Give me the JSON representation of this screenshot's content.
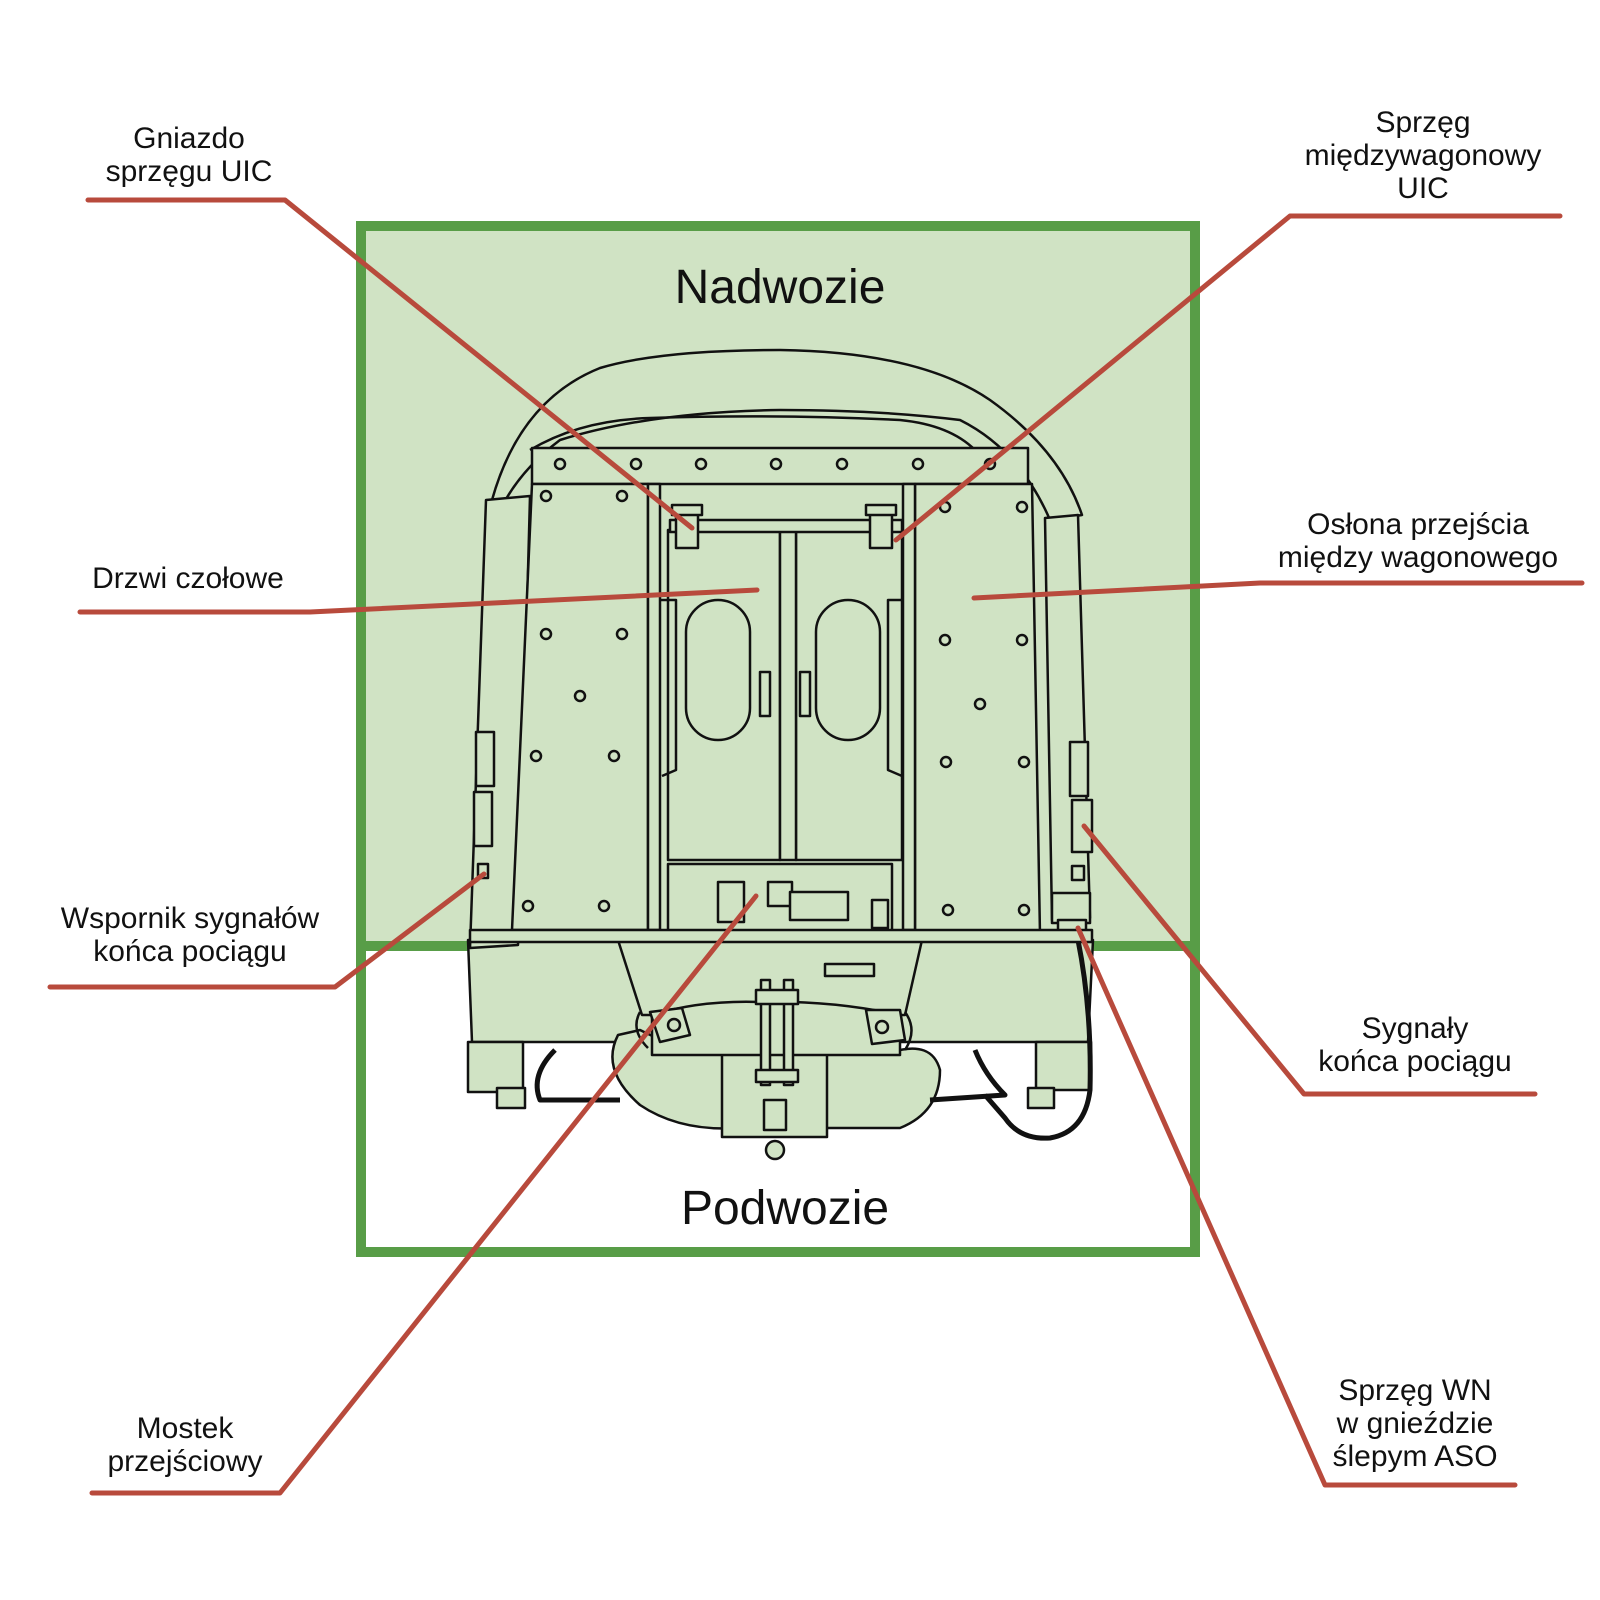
{
  "zones": {
    "upper": "Nadwozie",
    "lower": "Podwozie"
  },
  "labels": {
    "gniazdo": "Gniazdo\nsprzęgu UIC",
    "sprzeg_uic": "Sprzęg\nmiędzywagonowy\nUIC",
    "drzwi": "Drzwi czołowe",
    "oslona": "Osłona przejścia\nmiędzy wagonowego",
    "wspornik": "Wspornik sygnałów\nkońca pociągu",
    "sygnaly": "Sygnały\nkońca pociągu",
    "mostek": "Mostek\nprzejściowy",
    "sprzeg_wn": "Sprzęg WN\nw gnieździe\nślepym ASO"
  },
  "colors": {
    "zone_border": "#589d47",
    "zone_fill": "#d0e3c4",
    "leader": "#b84a3c",
    "outline": "#111111"
  }
}
